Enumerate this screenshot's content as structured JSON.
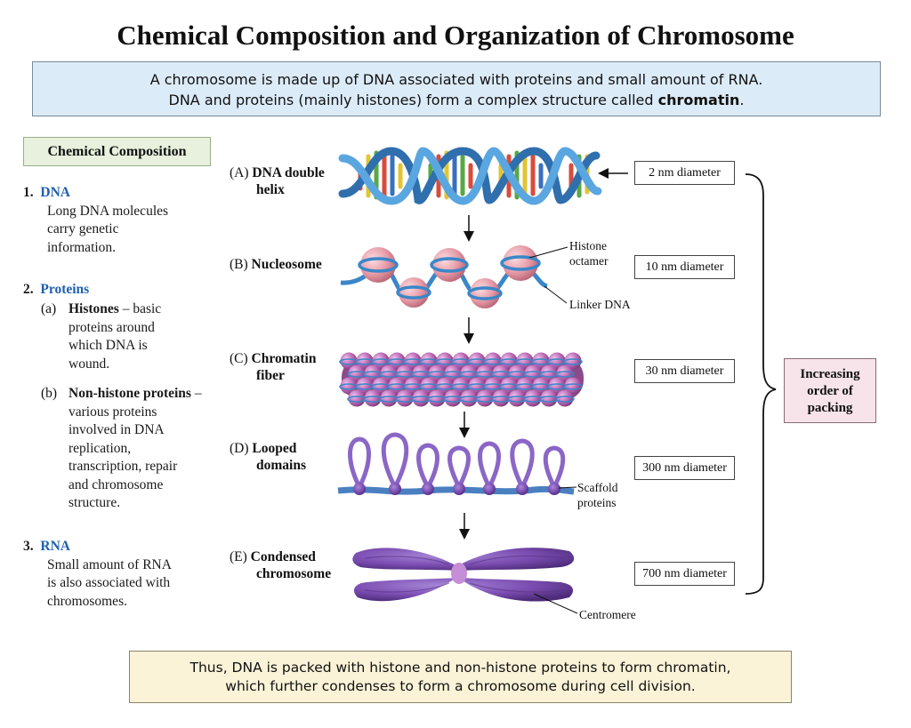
{
  "title": "Chemical Composition and Organization of Chromosome",
  "intro": {
    "line1": "A chromosome is made up of DNA associated with proteins and small amount of RNA.",
    "line2_pre": "DNA and proteins (mainly histones) form a complex structure called ",
    "line2_bold": "chromatin",
    "line2_post": "."
  },
  "composition": {
    "heading": "Chemical Composition",
    "dna": {
      "num": "1.",
      "name": "DNA",
      "lines": [
        "Long DNA molecules",
        "carry genetic",
        "information."
      ]
    },
    "proteins": {
      "num": "2.",
      "name": "Proteins",
      "histones": {
        "mark": "(a)",
        "bold": "Histones",
        "rest": " – basic",
        "lines": [
          "proteins around",
          "which DNA is",
          "wound."
        ]
      },
      "nonhistone": {
        "mark": "(b)",
        "bold": "Non-histone proteins",
        "rest": " –",
        "lines": [
          "various proteins",
          "involved in DNA",
          "replication,",
          "transcription, repair",
          "and chromosome",
          "structure."
        ]
      }
    },
    "rna": {
      "num": "3.",
      "name": "RNA",
      "lines": [
        "Small amount of RNA",
        "is also associated with",
        "chromosomes."
      ]
    }
  },
  "stages": [
    {
      "letter": "(A)",
      "line1": "DNA double",
      "line2": "helix",
      "diameter": "2 nm diameter"
    },
    {
      "letter": "(B)",
      "line1": "Nucleosome",
      "line2": "",
      "diameter": "10 nm diameter"
    },
    {
      "letter": "(C)",
      "line1": "Chromatin",
      "line2": "fiber",
      "diameter": "30 nm diameter"
    },
    {
      "letter": "(D)",
      "line1": "Looped",
      "line2": "domains",
      "diameter": "300 nm diameter"
    },
    {
      "letter": "(E)",
      "line1": "Condensed",
      "line2": "chromosome",
      "diameter": "700 nm diameter"
    }
  ],
  "callouts": {
    "histone_octamer_1": "Histone",
    "histone_octamer_2": "octamer",
    "linker_dna": "Linker DNA",
    "scaffold_1": "Scaffold",
    "scaffold_2": "proteins",
    "centromere": "Centromere"
  },
  "packing": {
    "line1": "Increasing",
    "line2": "order of",
    "line3": "packing"
  },
  "conclusion": {
    "line1": "Thus, DNA is packed with histone and non-histone proteins to form chromatin,",
    "line2": "which further condenses to form a chromosome during cell division."
  },
  "colors": {
    "dna_blue": "#3a87c8",
    "histone_pink": "#e79aa6",
    "chromatin_purple": "#b765b3",
    "loop_purple": "#8a67c6",
    "chromosome_purple": "#7a4cb0",
    "heading_blue": "#1f5fb0"
  }
}
